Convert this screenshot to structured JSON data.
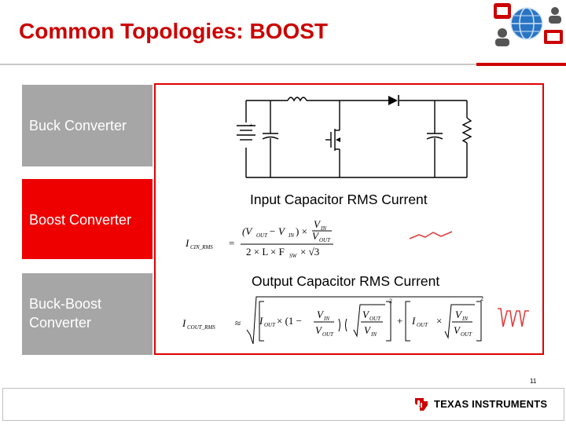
{
  "slide": {
    "title": "Common Topologies: BOOST",
    "page_number": "11"
  },
  "tabs": [
    {
      "label": "Buck Converter",
      "state": "inactive"
    },
    {
      "label": "Boost Converter",
      "state": "active"
    },
    {
      "label_line1": "Buck-Boost",
      "label_line2": "Converter",
      "state": "inactive"
    }
  ],
  "content": {
    "input_label": "Input Capacitor RMS Current",
    "output_label": "Output Capacitor RMS Current",
    "cin_formula": {
      "lhs": "I",
      "lhs_sub": "CIN_RMS",
      "eq": "=",
      "num1": "(V",
      "num_out": "OUT",
      "num_minus": " − V",
      "num_in": "IN",
      "num_close": ") ×",
      "frac_top": "V",
      "frac_top_sub": "IN",
      "frac_bot": "V",
      "frac_bot_sub": "OUT",
      "den": "2 × L × F",
      "den_sub": "SW",
      "den_tail": "× √3"
    },
    "cout_formula": {
      "lhs": "I",
      "lhs_sub": "COUT_RMS",
      "approx": "≈",
      "t1": "I",
      "t1_sub": "OUT",
      "t1_mid": "× (1 −",
      "f1_top": "V",
      "f1_top_sub": "IN",
      "f1_bot": "V",
      "f1_bot_sub": "OUT",
      "f2_top": "V",
      "f2_top_sub": "OUT",
      "f2_bot": "V",
      "f2_bot_sub": "IN",
      "sq": "2",
      "plus": "+",
      "t2": "I",
      "t2_sub": "OUT",
      "t2_mid": "×",
      "f3_top": "V",
      "f3_top_sub": "IN",
      "f3_bot": "V",
      "f3_bot_sub": "OUT"
    }
  },
  "footer": {
    "brand": "TEXAS INSTRUMENTS"
  },
  "colors": {
    "accent_red": "#cc0000",
    "active_tab": "#ee0000",
    "inactive_tab": "#a6a6a6",
    "waveform": "#e04040"
  }
}
